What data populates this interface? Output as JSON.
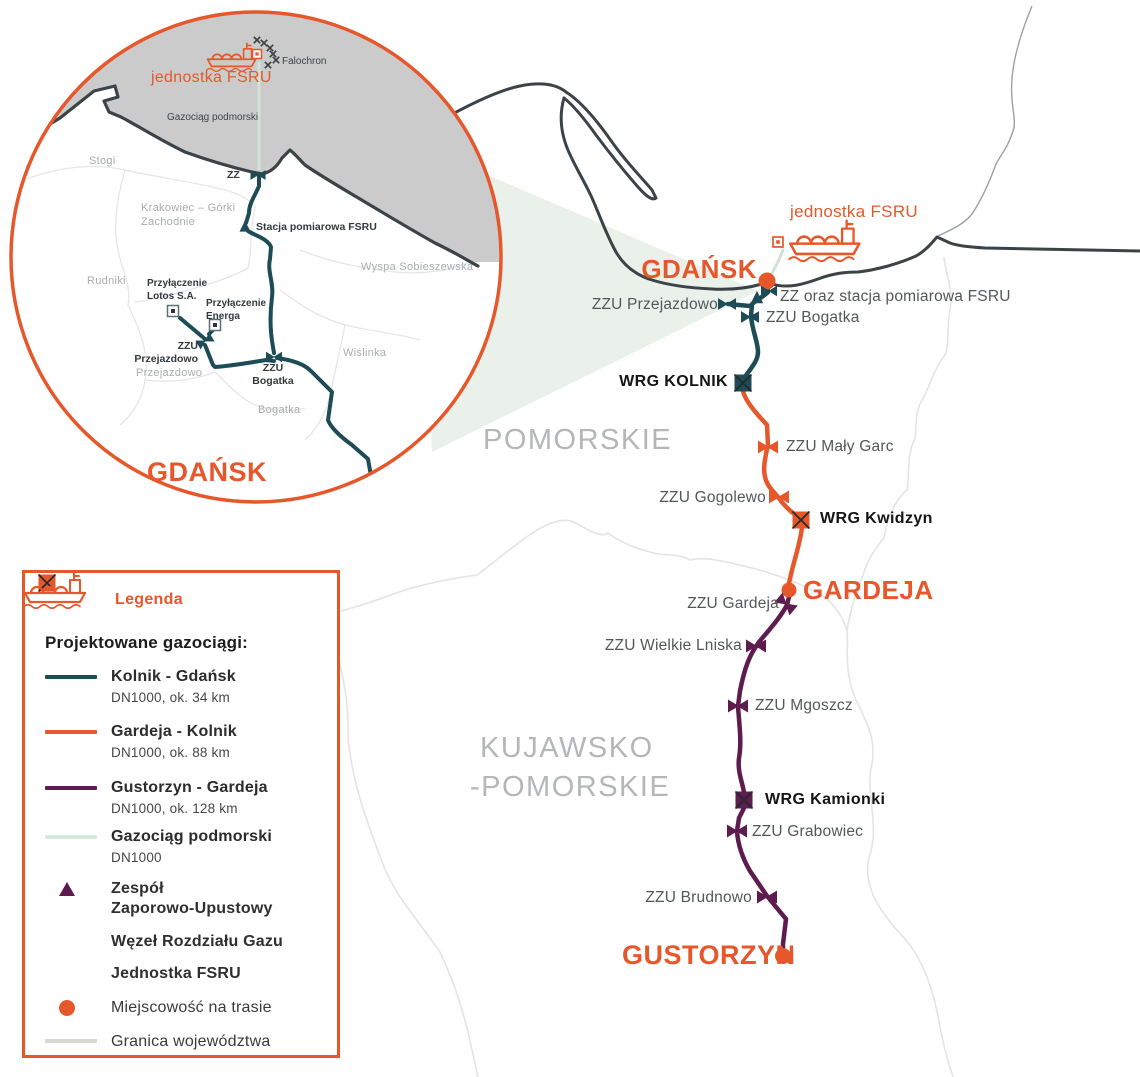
{
  "colors": {
    "orange": "#E6582B",
    "teal": "#1E4C56",
    "purple": "#5E1B4E",
    "mint": "#CDE4D6",
    "mint-fill": "#E9F1EA",
    "mint-swatch": "#D8E9DE",
    "sea": "#CBCBCB",
    "coast": "#3C4347",
    "boundary": "#E4E4E4",
    "border-gray": "#9BA0A3",
    "gray-label": "#A9ACAF",
    "province": "#B4B6B8",
    "granica": "#D8D8D8"
  },
  "inset": {
    "jednostka_fsru": "jednostka FSRU",
    "falochron": "Falochron",
    "gazociag_podmorski": "Gazociąg podmorski",
    "stogi": "Stogi",
    "zz": "ZZ",
    "krakowiec_l1": "Krakowiec – Górki",
    "krakowiec_l2": "Zachodnie",
    "stacja": "Stacja pomiarowa FSRU",
    "wyspa": "Wyspa Sobieszewska",
    "rudniki": "Rudniki",
    "lotos_l1": "Przyłączenie",
    "lotos_l2": "Lotos S.A.",
    "energa_l1": "Przyłączenie",
    "energa_l2": "Energa",
    "zzu_przejazdowo_l1": "ZZU",
    "zzu_przejazdowo_l2": "Przejazdowo",
    "przejazdowo_area": "Przejazdowo",
    "zzu_bogatka_l1": "ZZU",
    "zzu_bogatka_l2": "Bogatka",
    "wislinka": "Wiślinka",
    "bogatka_area": "Bogatka",
    "gdansk": "GDAŃSK"
  },
  "map": {
    "jednostka_fsru": "jednostka FSRU",
    "gdansk": "GDAŃSK",
    "zz_oraz": "ZZ oraz stacja pomiarowa FSRU",
    "zzu_przejazdowo": "ZZU Przejazdowo",
    "zzu_bogatka": "ZZU Bogatka",
    "wrg_kolnik": "WRG KOLNIK",
    "pomorskie": "POMORSKIE",
    "zzu_maly_garc": "ZZU Mały Garc",
    "zzu_gogolewo": "ZZU Gogolewo",
    "wrg_kwidzyn": "WRG Kwidzyn",
    "gardeja": "GARDEJA",
    "zzu_gardeja": "ZZU Gardeja",
    "zzu_wielkie_lniska": "ZZU Wielkie Lniska",
    "zzu_mgoszcz": "ZZU Mgoszcz",
    "kujawsko_l1": "KUJAWSKO",
    "kujawsko_l2": "-POMORSKIE",
    "wrg_kamionki": "WRG Kamionki",
    "zzu_grabowiec": "ZZU Grabowiec",
    "zzu_brudnowo": "ZZU Brudnowo",
    "gustorzyn": "GUSTORZYN"
  },
  "legend": {
    "title": "Legenda",
    "section": "Projektowane gazociągi:",
    "items": [
      {
        "label": "Kolnik - Gdańsk",
        "sub": "DN1000, ok. 34 km",
        "color": "teal"
      },
      {
        "label": "Gardeja - Kolnik",
        "sub": "DN1000, ok. 88 km",
        "color": "orange"
      },
      {
        "label": "Gustorzyn - Gardeja",
        "sub": "DN1000, ok. 128 km",
        "color": "purple"
      },
      {
        "label": "Gazociąg podmorski",
        "sub": "DN1000",
        "color": "mint"
      }
    ],
    "symbols": [
      {
        "l1": "Zespół",
        "l2": "Zaporowo-Upustowy",
        "icon": "valve-triangle-icon"
      },
      {
        "l1": "Węzeł Rozdziału Gazu",
        "icon": "gas-node-x-square-icon"
      },
      {
        "l1": "Jednostka FSRU",
        "icon": "fsru-ship-icon"
      },
      {
        "l1": "Miejscowość na trasie",
        "icon": "town-dot-icon"
      },
      {
        "l1": "Granica województwa",
        "icon": "province-border-line-icon"
      }
    ]
  }
}
